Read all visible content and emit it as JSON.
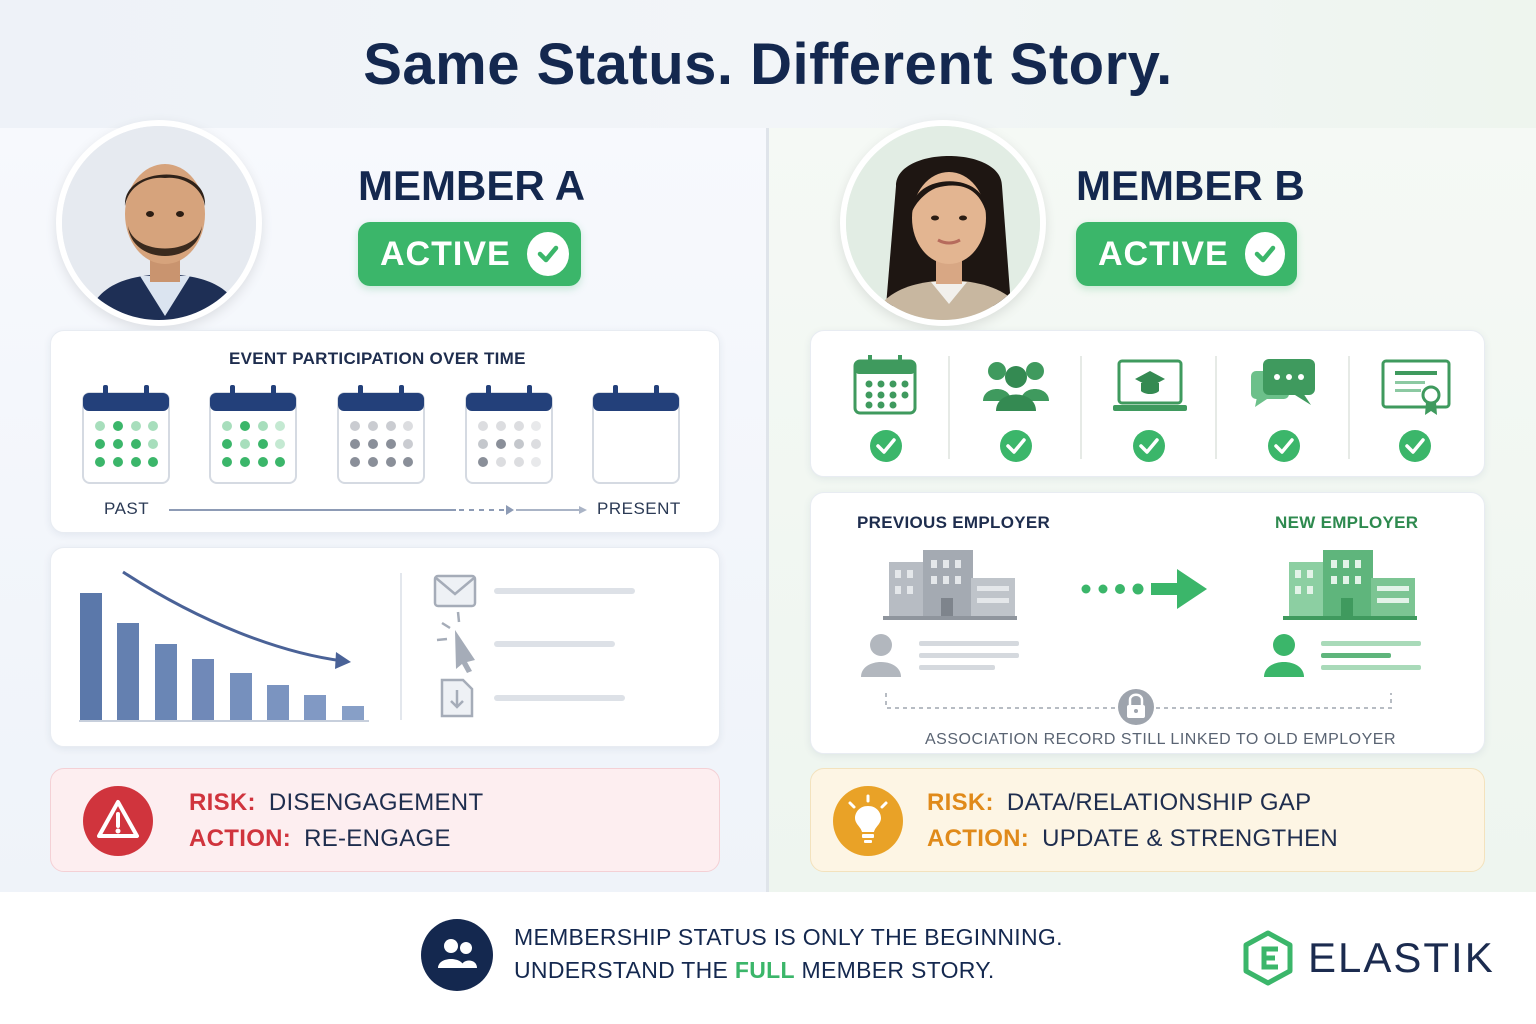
{
  "header": {
    "title": "Same Status. Different Story."
  },
  "member_a": {
    "title": "MEMBER A",
    "status": "ACTIVE",
    "participation": {
      "title": "EVENT PARTICIPATION OVER TIME",
      "start_label": "PAST",
      "end_label": "PRESENT"
    },
    "risk": {
      "risk_key": "RISK:",
      "risk_value": "DISENGAGEMENT",
      "action_key": "ACTION:",
      "action_value": "RE-ENGAGE"
    }
  },
  "member_b": {
    "title": "MEMBER B",
    "status": "ACTIVE",
    "employer": {
      "previous_label": "PREVIOUS EMPLOYER",
      "new_label": "NEW EMPLOYER",
      "note": "ASSOCIATION RECORD STILL LINKED TO OLD EMPLOYER"
    },
    "risk": {
      "risk_key": "RISK:",
      "risk_value": "DATA/RELATIONSHIP GAP",
      "action_key": "ACTION:",
      "action_value": "UPDATE & STRENGTHEN"
    }
  },
  "footer": {
    "line1": "MEMBERSHIP STATUS IS ONLY THE BEGINNING.",
    "line2_pre": "UNDERSTAND THE ",
    "line2_highlight": "FULL",
    "line2_post": " MEMBER STORY.",
    "logo": "ELASTIK"
  },
  "colors": {
    "navy": "#14284f",
    "green": "#3bb66a",
    "red": "#d0343d",
    "amber": "#e9a227",
    "bar_blue": "#5b78aa"
  }
}
